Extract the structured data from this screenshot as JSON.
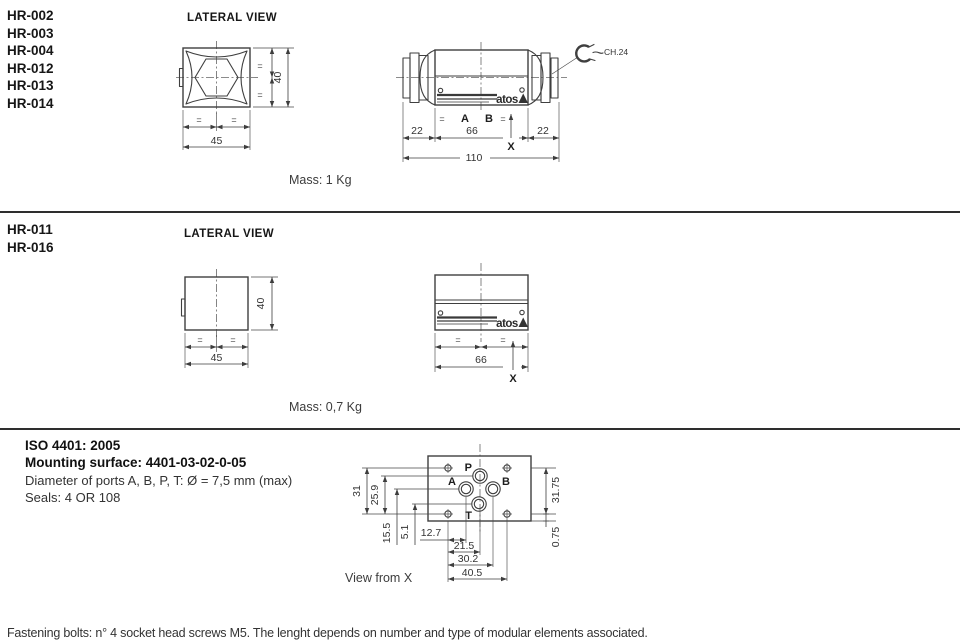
{
  "page": {
    "footer_note": "Fastening bolts: n° 4 socket head screws M5. The lenght depends on number and type of modular elements associated."
  },
  "section_top": {
    "models": [
      "HR-002",
      "HR-003",
      "HR-004",
      "HR-012",
      "HR-013",
      "HR-014"
    ],
    "view_label": "LATERAL VIEW",
    "mass_label": "Mass: 1 Kg",
    "front_view": {
      "eq": "=",
      "width": "45",
      "height": "40"
    },
    "side_view": {
      "logo": "atos",
      "eq": "=",
      "port_a": "A",
      "port_b": "B",
      "dim_left": "22",
      "dim_mid": "66",
      "dim_right": "22",
      "dim_total": "110",
      "axis": "X",
      "wrench_label": "CH.24"
    }
  },
  "section_mid": {
    "models": [
      "HR-011",
      "HR-016"
    ],
    "view_label": "LATERAL VIEW",
    "mass_label": "Mass: 0,7 Kg",
    "front_view": {
      "eq": "=",
      "width": "45",
      "height": "40"
    },
    "side_view": {
      "logo": "atos",
      "eq": "=",
      "dim_mid": "66",
      "axis": "X"
    }
  },
  "section_bottom": {
    "iso_line": "ISO 4401: 2005",
    "mounting_line": "Mounting surface: 4401-03-02-0-05",
    "ports_line": "Diameter of ports A, B, P, T: Ø = 7,5 mm (max)",
    "seals_line": "Seals: 4 OR 108",
    "view_caption": "View from X",
    "surface_view": {
      "port_p": "P",
      "port_a": "A",
      "port_b": "B",
      "port_t": "T",
      "dim_31": "31",
      "dim_259": "25.9",
      "dim_155": "15.5",
      "dim_51": "5.1",
      "dim_127": "12.7",
      "dim_215": "21.5",
      "dim_302": "30.2",
      "dim_405": "40.5",
      "dim_3175": "31.75",
      "dim_075": "0.75"
    }
  }
}
